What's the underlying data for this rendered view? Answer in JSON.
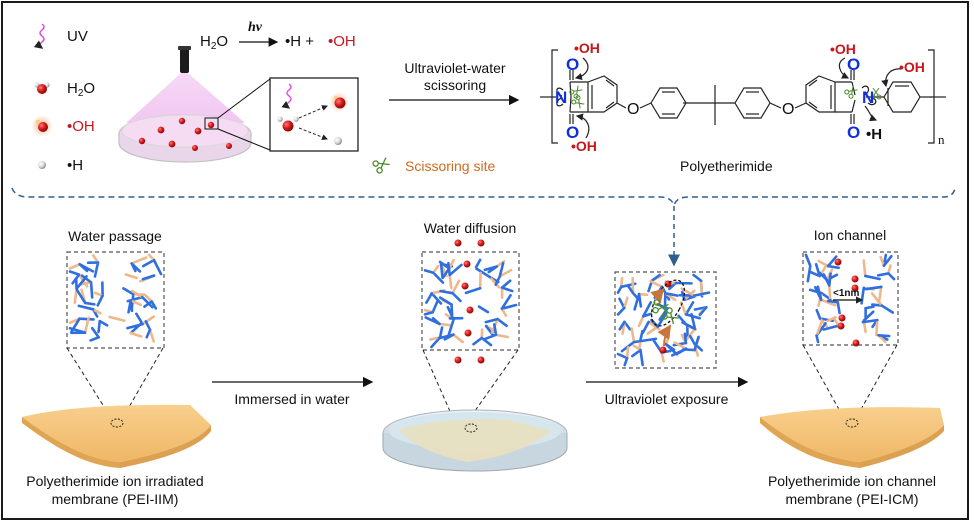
{
  "legend": {
    "items": [
      {
        "icon": "uv-wave-icon",
        "label": "UV"
      },
      {
        "icon": "water-molecule-icon",
        "label_main": "H",
        "label_sub": "2",
        "label_tail": "O"
      },
      {
        "icon": "hydroxyl-radical-icon",
        "label": "•OH"
      },
      {
        "icon": "hydrogen-radical-icon",
        "label": "•H"
      }
    ]
  },
  "reaction": {
    "reactant_main": "H",
    "reactant_sub": "2",
    "reactant_tail": "O",
    "catalyst": "hν",
    "product_h": "•H +",
    "product_oh": "•OH"
  },
  "scissoring_step": {
    "line1": "Ultraviolet-water",
    "line2": "scissoring"
  },
  "scissoring_legend": "Scissoring site",
  "polymer": {
    "name": "Polyetherimide",
    "repeat_subscript": "n",
    "atoms": {
      "O": "O",
      "N": "N",
      "ether_O": "O",
      "oh_radical": "•OH",
      "h_radical": "•H"
    }
  },
  "stages": [
    {
      "title": "Water passage",
      "caption_line1": "Polyetherimide ion irradiated",
      "caption_line2": "membrane (PEI-IIM)"
    },
    {
      "title": "Water diffusion"
    },
    {
      "title": ""
    },
    {
      "title": "Ion channel",
      "annotation": "<1nm",
      "caption_line1": "Polyetherimide ion channel",
      "caption_line2": "membrane (PEI-ICM)"
    }
  ],
  "steps": [
    {
      "label": "Immersed in water"
    },
    {
      "label": "Ultraviolet exposure"
    }
  ],
  "colors": {
    "uv": "#e040e0",
    "oxygen_red": "#c8161d",
    "nitrogen_blue": "#1030e0",
    "brace_blue": "#2f5f8f",
    "membrane": "#f5c27a",
    "chain_blue": "#2f6fe0",
    "chain_tan": "#efb88c",
    "scissors_green": "#4a8a2a",
    "scissors_text": "#d2691e"
  }
}
